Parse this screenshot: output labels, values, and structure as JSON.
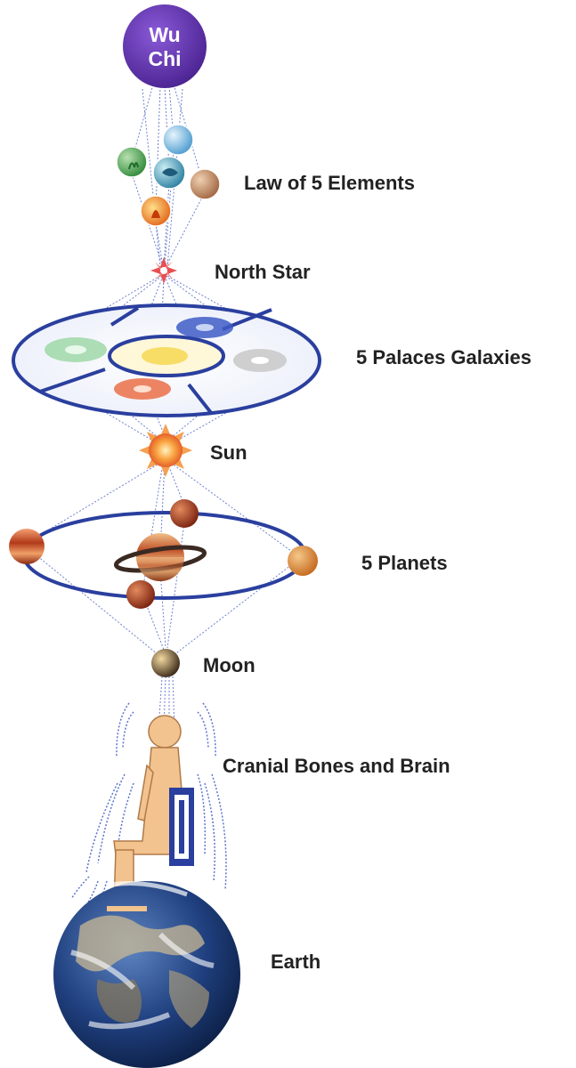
{
  "wuchi": {
    "line1": "Wu",
    "line2": "Chi"
  },
  "labels": {
    "elements": "Law of 5 Elements",
    "north_star": "North Star",
    "galaxies": "5 Palaces Galaxies",
    "sun": "Sun",
    "planets": "5 Planets",
    "moon": "Moon",
    "cranial": "Cranial Bones and Brain",
    "earth": "Earth"
  },
  "colors": {
    "wuchi": "#5a2fa8",
    "orbit_blue": "#2a3f9e",
    "line_blue": "#4a63c4",
    "sun": "#f08a2c",
    "skin": "#f2c38e",
    "ocean": "#1d3f7a"
  }
}
